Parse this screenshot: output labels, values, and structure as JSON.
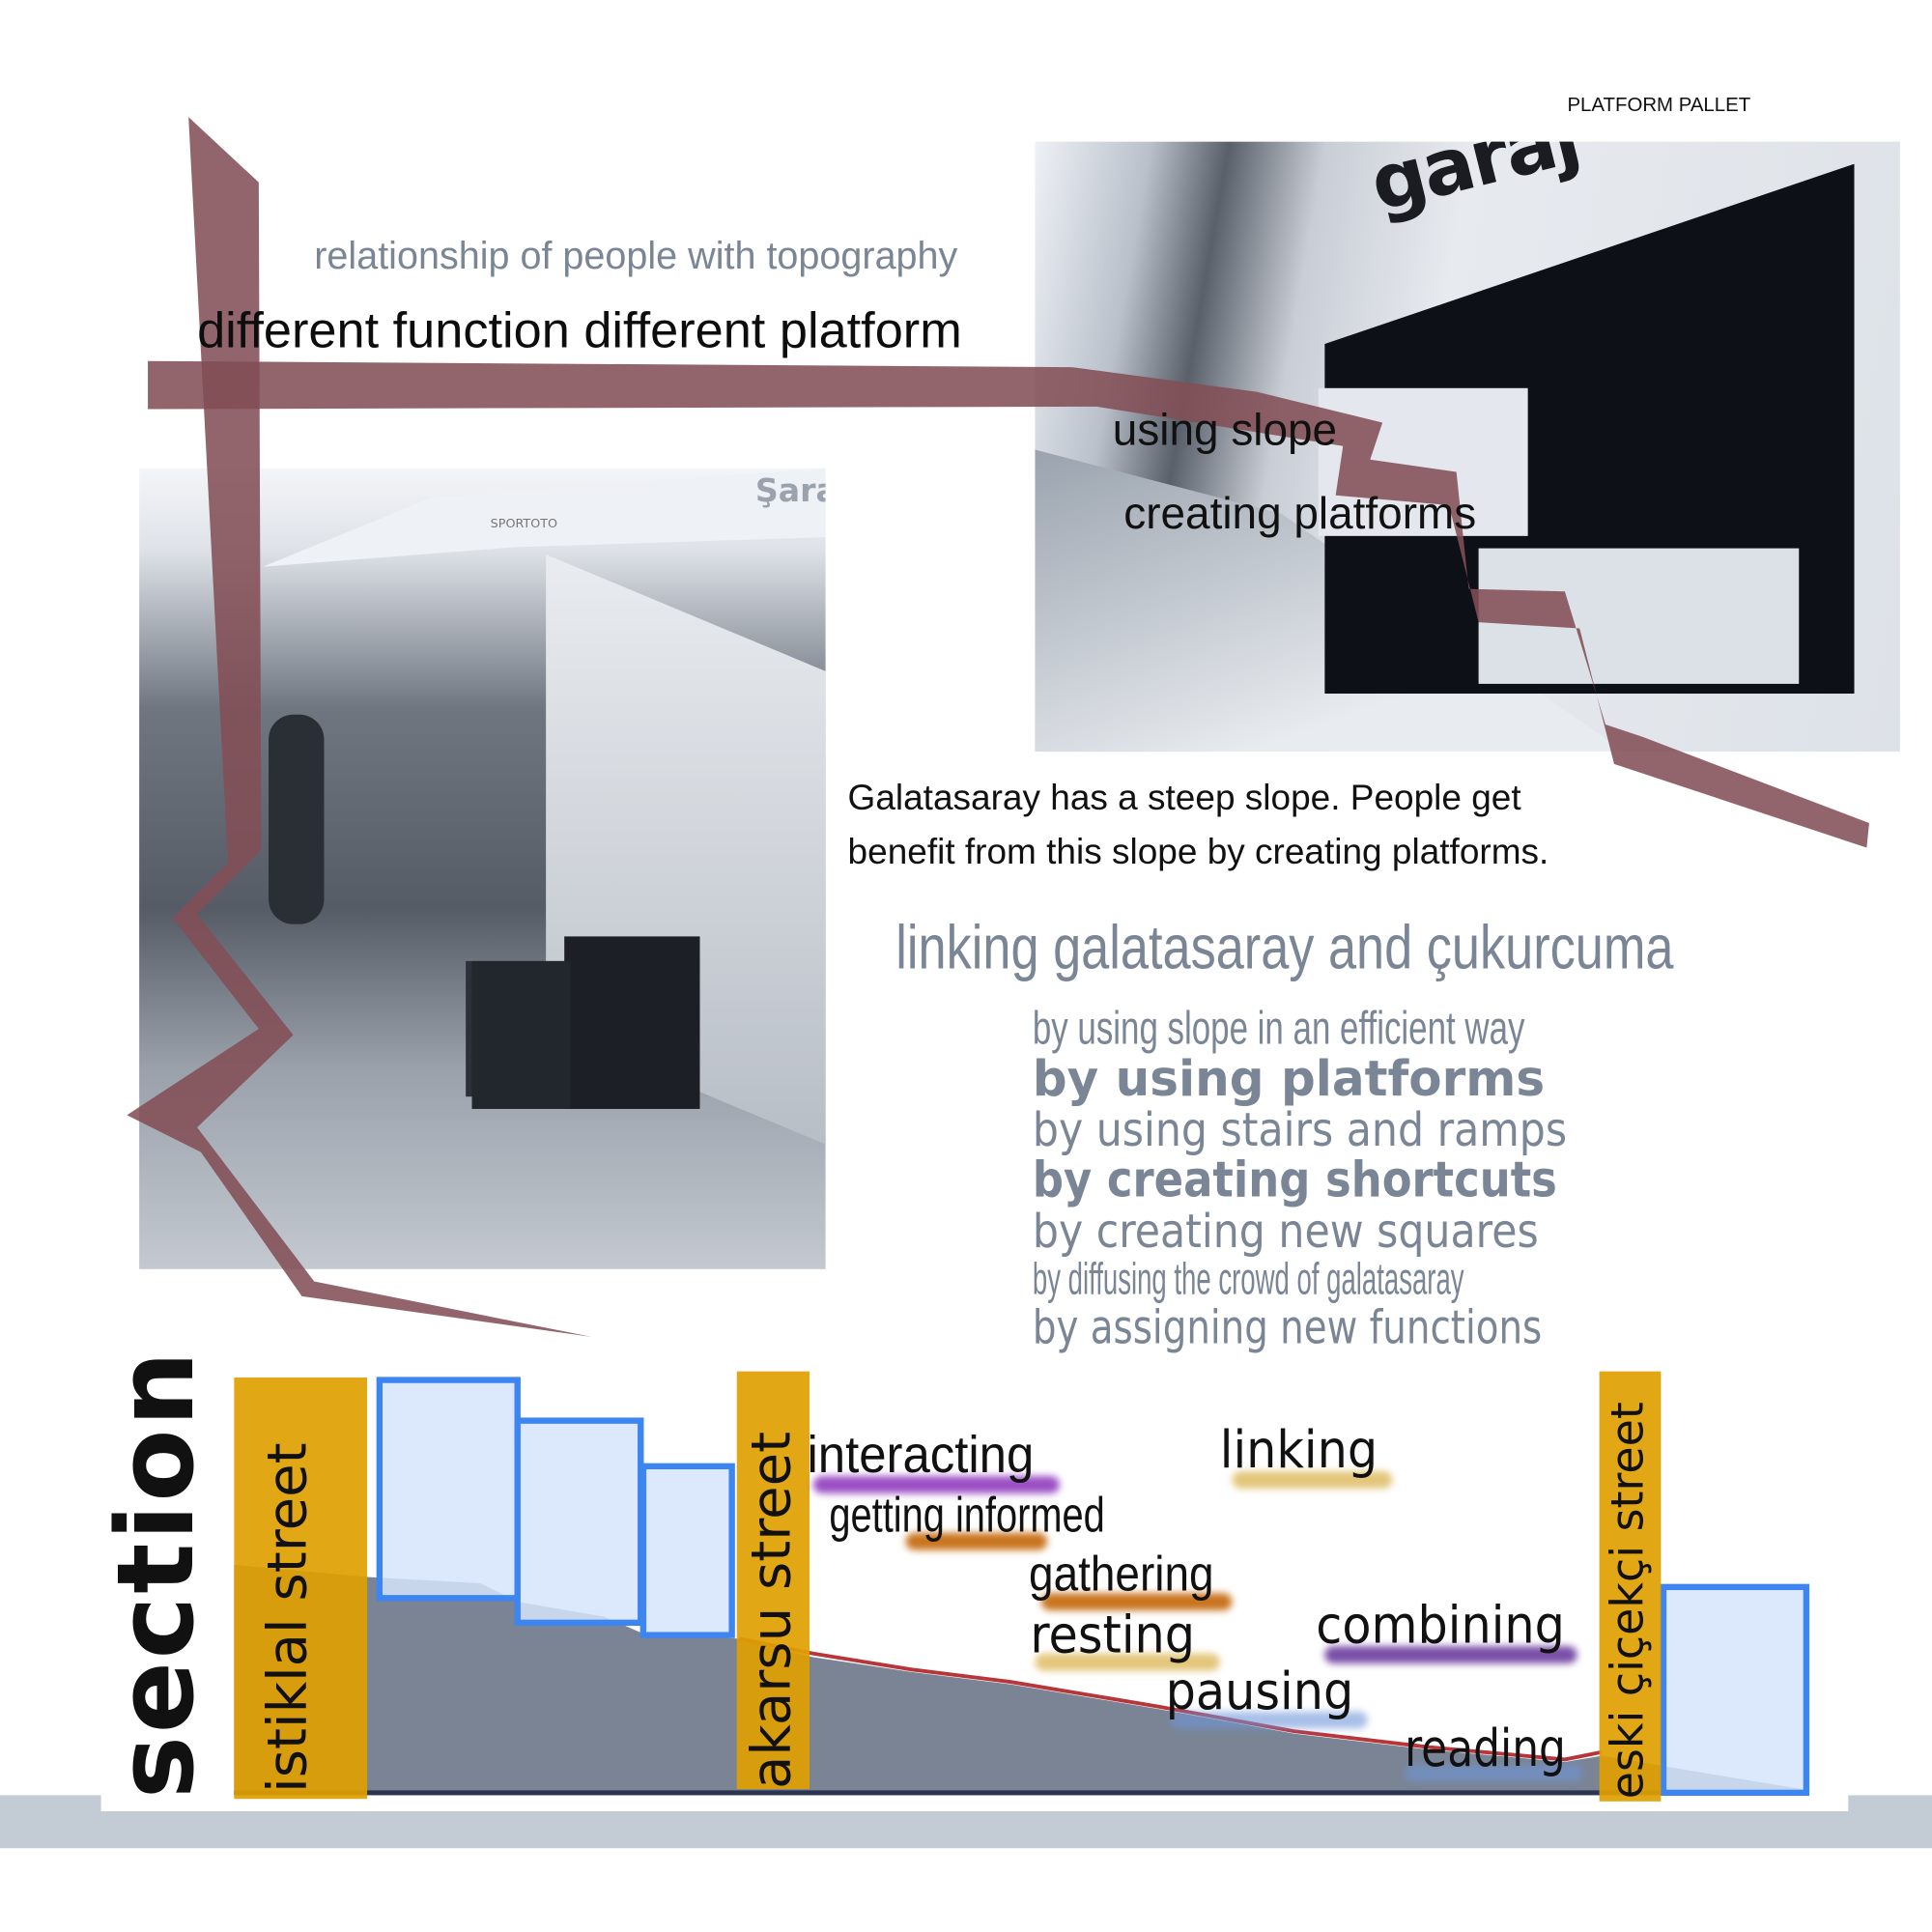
{
  "header": {
    "title": "PLATFORM PALLET"
  },
  "headings": {
    "subtitle": "relationship of people with topography",
    "title": "different function different platform"
  },
  "photo_right": {
    "sign_text": "garaj",
    "captions": [
      "using slope",
      "creating platforms"
    ]
  },
  "photo_left": {
    "sign_text": "Şara",
    "awning_text": "SPORTOTO"
  },
  "description": {
    "lines": [
      "Galatasaray has a steep slope. People get",
      "benefit from this slope by creating platforms."
    ]
  },
  "linking": {
    "heading": "linking galatasaray and çukurcuma",
    "items": [
      "by using slope in an efficient way",
      "by using platforms",
      "by using stairs and ramps",
      "by creating shortcuts",
      "by creating new squares",
      "by diffusing the crowd of galatasaray",
      "by assigning new functions"
    ]
  },
  "section": {
    "label": "section",
    "streets": [
      "istiklal street",
      "akarsu street",
      "eski çiçekçi street"
    ],
    "activities": [
      {
        "label": "interacting",
        "color": "#9b4fc4"
      },
      {
        "label": "getting informed",
        "color": "#c9741e"
      },
      {
        "label": "gathering",
        "color": "#c9741e"
      },
      {
        "label": "resting",
        "color": "#e3c67a"
      },
      {
        "label": "linking",
        "color": "#e3c67a"
      },
      {
        "label": "combining",
        "color": "#7a4fa8"
      },
      {
        "label": "pausing",
        "color": "#6f95d8"
      },
      {
        "label": "reading",
        "color": "#6f95d8"
      }
    ]
  },
  "colors": {
    "maroon": "#834f56",
    "street_bar": "#e0a000",
    "platform_fill": "#d6e4fb",
    "platform_stroke": "#3d85f0",
    "terrain": "#7a8494",
    "band": "#c3ccd4"
  }
}
